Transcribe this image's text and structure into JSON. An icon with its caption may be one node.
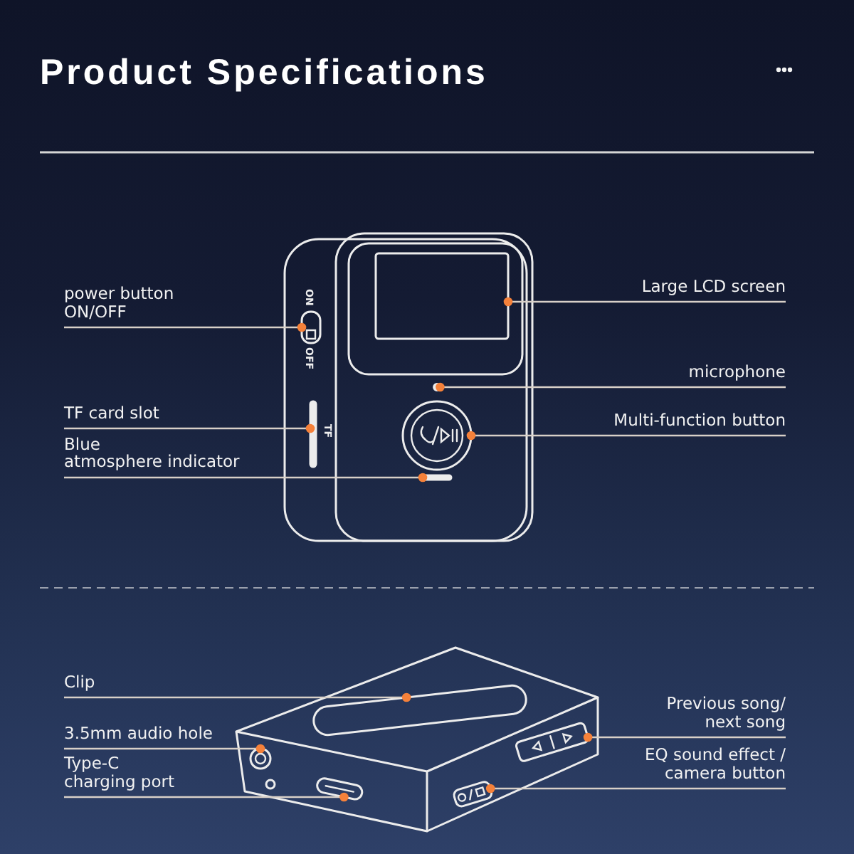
{
  "diagram": {
    "title": "Product Specifications",
    "nodes": [
      {
        "text": [
          "power button ON/OFF"
        ]
      },
      {
        "text": [],
        "shape": "box",
        "beside": [
          "ON",
          "OFF"
        ]
      },
      {
        "text": [
          "Large LCD screen"
        ]
      },
      {
        "text": [],
        "shape": "box"
      },
      {
        "text": [
          "microphone"
        ]
      },
      {
        "text": [],
        "shape": "circle"
      },
      {
        "text": [
          "TF card slot"
        ]
      },
      {
        "text": [],
        "shape": "bar",
        "beside": [
          "TF"
        ]
      },
      {
        "text": [
          "Multi-function button"
        ]
      },
      {
        "text": [],
        "shape": "circle"
      },
      {
        "text": [
          "Blue atmosphere indicator"
        ]
      },
      {
        "text": [],
        "shape": "bar"
      },
      {
        "text": [
          "Clip"
        ]
      },
      {
        "text": [],
        "shape": "box"
      },
      {
        "text": [
          "Previous song/ next song"
        ]
      },
      {
        "text": [],
        "shape": "box"
      },
      {
        "text": [
          "3.5mm audio hole"
        ]
      },
      {
        "text": [],
        "shape": "circle"
      },
      {
        "text": [
          "EQ sound effect / camera button"
        ]
      },
      {
        "text": [],
        "shape": "box"
      },
      {
        "text": [
          "Type-C charging port"
        ]
      },
      {
        "text": [],
        "shape": "box"
      }
    ],
    "edges": [
      {
        "from": 0,
        "to": 1,
        "arrow": "other"
      },
      {
        "from": 2,
        "to": 3,
        "arrow": "other"
      },
      {
        "from": 4,
        "to": 5,
        "arrow": "other"
      },
      {
        "from": 6,
        "to": 7,
        "arrow": "other"
      },
      {
        "from": 8,
        "to": 9,
        "arrow": "other"
      },
      {
        "from": 10,
        "to": 11,
        "arrow": "other"
      },
      {
        "from": 12,
        "to": 13,
        "arrow": "other"
      },
      {
        "from": 14,
        "to": 15,
        "arrow": "other"
      },
      {
        "from": 16,
        "to": 17,
        "arrow": "other"
      },
      {
        "from": 18,
        "to": 19,
        "arrow": "other"
      },
      {
        "from": 20,
        "to": 21,
        "arrow": "other"
      }
    ]
  }
}
